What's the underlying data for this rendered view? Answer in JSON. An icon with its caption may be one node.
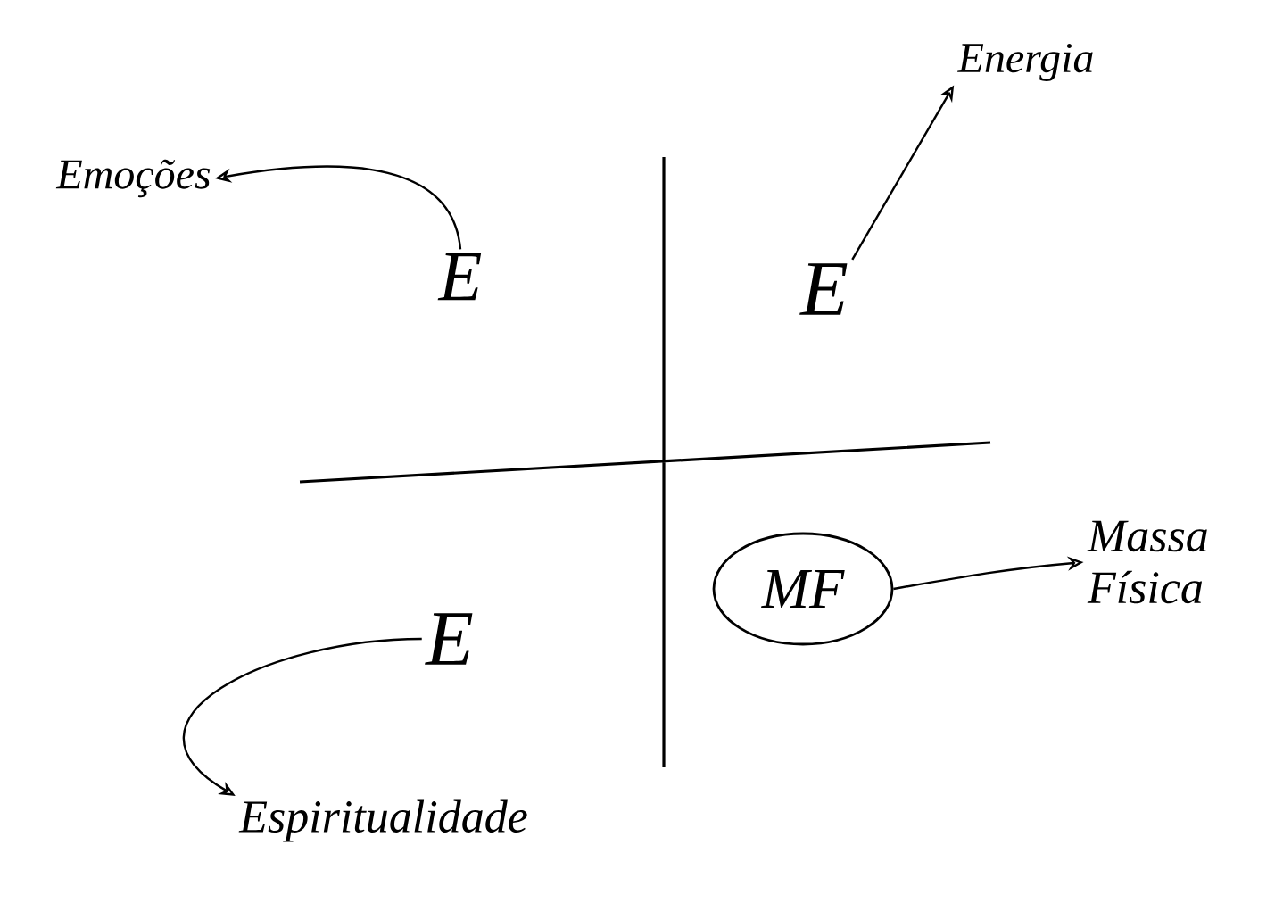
{
  "diagram": {
    "nodes": [
      {
        "text": [
          "Emoções"
        ]
      },
      {
        "text": [
          "E"
        ]
      },
      {
        "text": [
          "E"
        ]
      },
      {
        "text": [
          "Energia"
        ]
      },
      {
        "text": [
          "E"
        ]
      },
      {
        "text": [
          "MF"
        ]
      },
      {
        "text": [
          "Massa Física"
        ]
      },
      {
        "text": [
          "Espiritualidade"
        ]
      }
    ],
    "edges": [
      {
        "from": 1,
        "to": 0,
        "arrow": "to"
      },
      {
        "from": 2,
        "to": 3,
        "arrow": "to"
      },
      {
        "from": 4,
        "to": 7,
        "arrow": "to"
      },
      {
        "from": 5,
        "to": 6,
        "arrow": "to"
      }
    ]
  }
}
